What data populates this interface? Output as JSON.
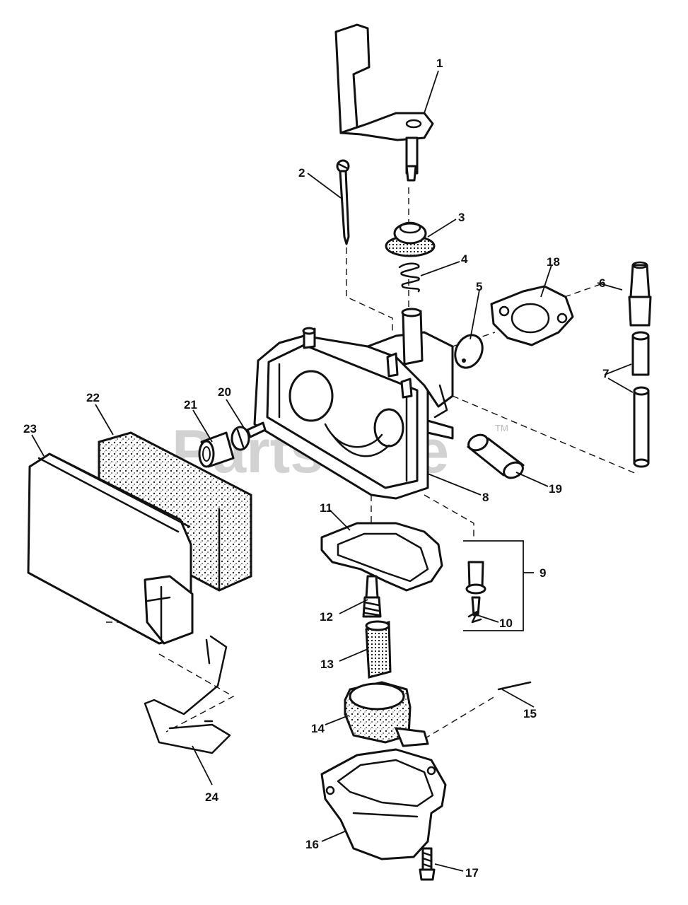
{
  "watermark": {
    "text": "PartsTree",
    "trademark": "TM"
  },
  "callouts": {
    "1": "1",
    "2": "2",
    "3": "3",
    "4": "4",
    "5": "5",
    "6": "6",
    "7": "7",
    "8": "8",
    "9": "9",
    "10": "10",
    "11": "11",
    "12": "12",
    "13": "13",
    "14": "14",
    "15": "15",
    "16": "16",
    "17": "17",
    "18": "18",
    "19": "19",
    "20": "20",
    "21": "21",
    "22": "22",
    "23": "23",
    "24": "24"
  }
}
